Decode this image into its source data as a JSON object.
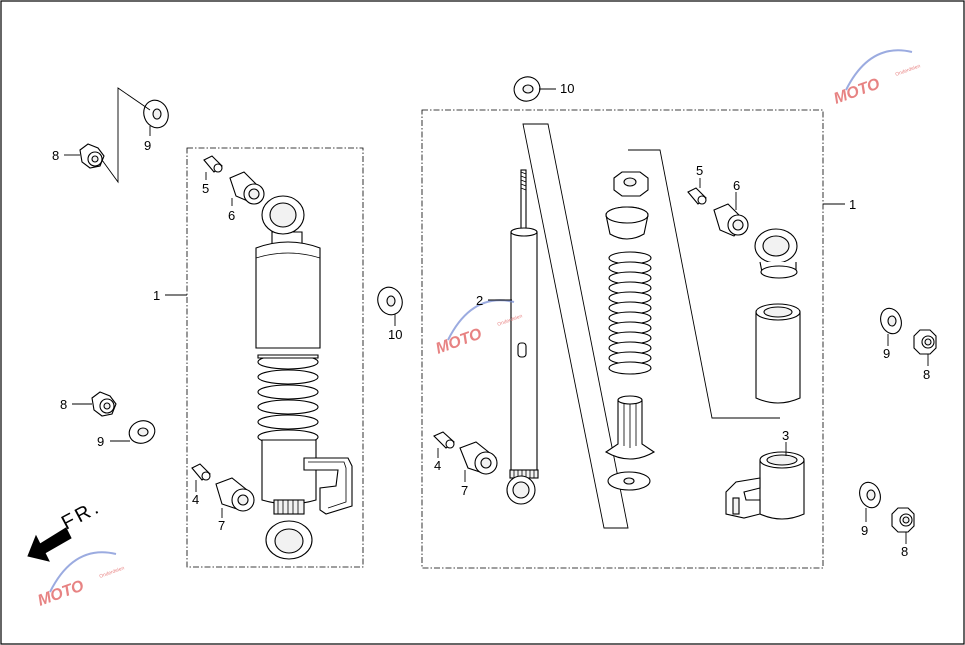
{
  "direction_label": "FR.",
  "watermark": {
    "text": "MOTO",
    "subtext": "Onderdelen"
  },
  "labels": {
    "shock_left": "1",
    "shock_right": "1",
    "damper": "2",
    "bracket": "3",
    "bush_left": "4",
    "bush_mid": "4",
    "pin_left": "5",
    "pin_right": "5",
    "bush_top_left": "6",
    "bush_top_right": "6",
    "bush_bottom_left": "7",
    "bush_bottom_mid": "7",
    "nut_top_left": "8",
    "nut_mid_left": "8",
    "nut_right_upper": "8",
    "nut_right_lower": "8",
    "washer_top_left": "9",
    "washer_mid_left": "9",
    "washer_right_upper": "9",
    "washer_right_lower": "9",
    "washer_center": "10",
    "washer_top": "10"
  }
}
